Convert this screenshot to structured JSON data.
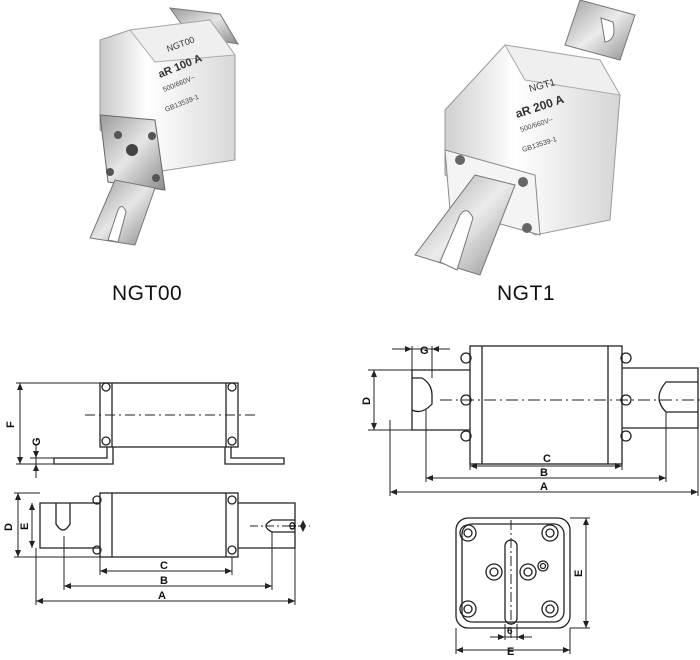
{
  "photos": [
    {
      "label_lines": [
        "NGT00",
        "aR 100 A",
        "500/660V~",
        "GB13539-1"
      ]
    },
    {
      "label_lines": [
        "NGT1",
        "aR 200 A",
        "500/660V~",
        "GB13539-1"
      ]
    }
  ],
  "captions": {
    "ngt00": "NGT00",
    "ngt1": "NGT1"
  },
  "ngt00_drawing": {
    "dims": {
      "a": "A",
      "b": "B",
      "c": "C",
      "d": "D",
      "e": "E",
      "f": "F",
      "g": "G",
      "phi": "Φ"
    }
  },
  "ngt1_drawing": {
    "dims": {
      "a": "A",
      "b": "B",
      "c": "C",
      "d": "D",
      "g": "G"
    }
  },
  "ngt1_end_view": {
    "dims": {
      "e_horizontal": "E",
      "e_vertical": "E",
      "six": "6"
    }
  }
}
